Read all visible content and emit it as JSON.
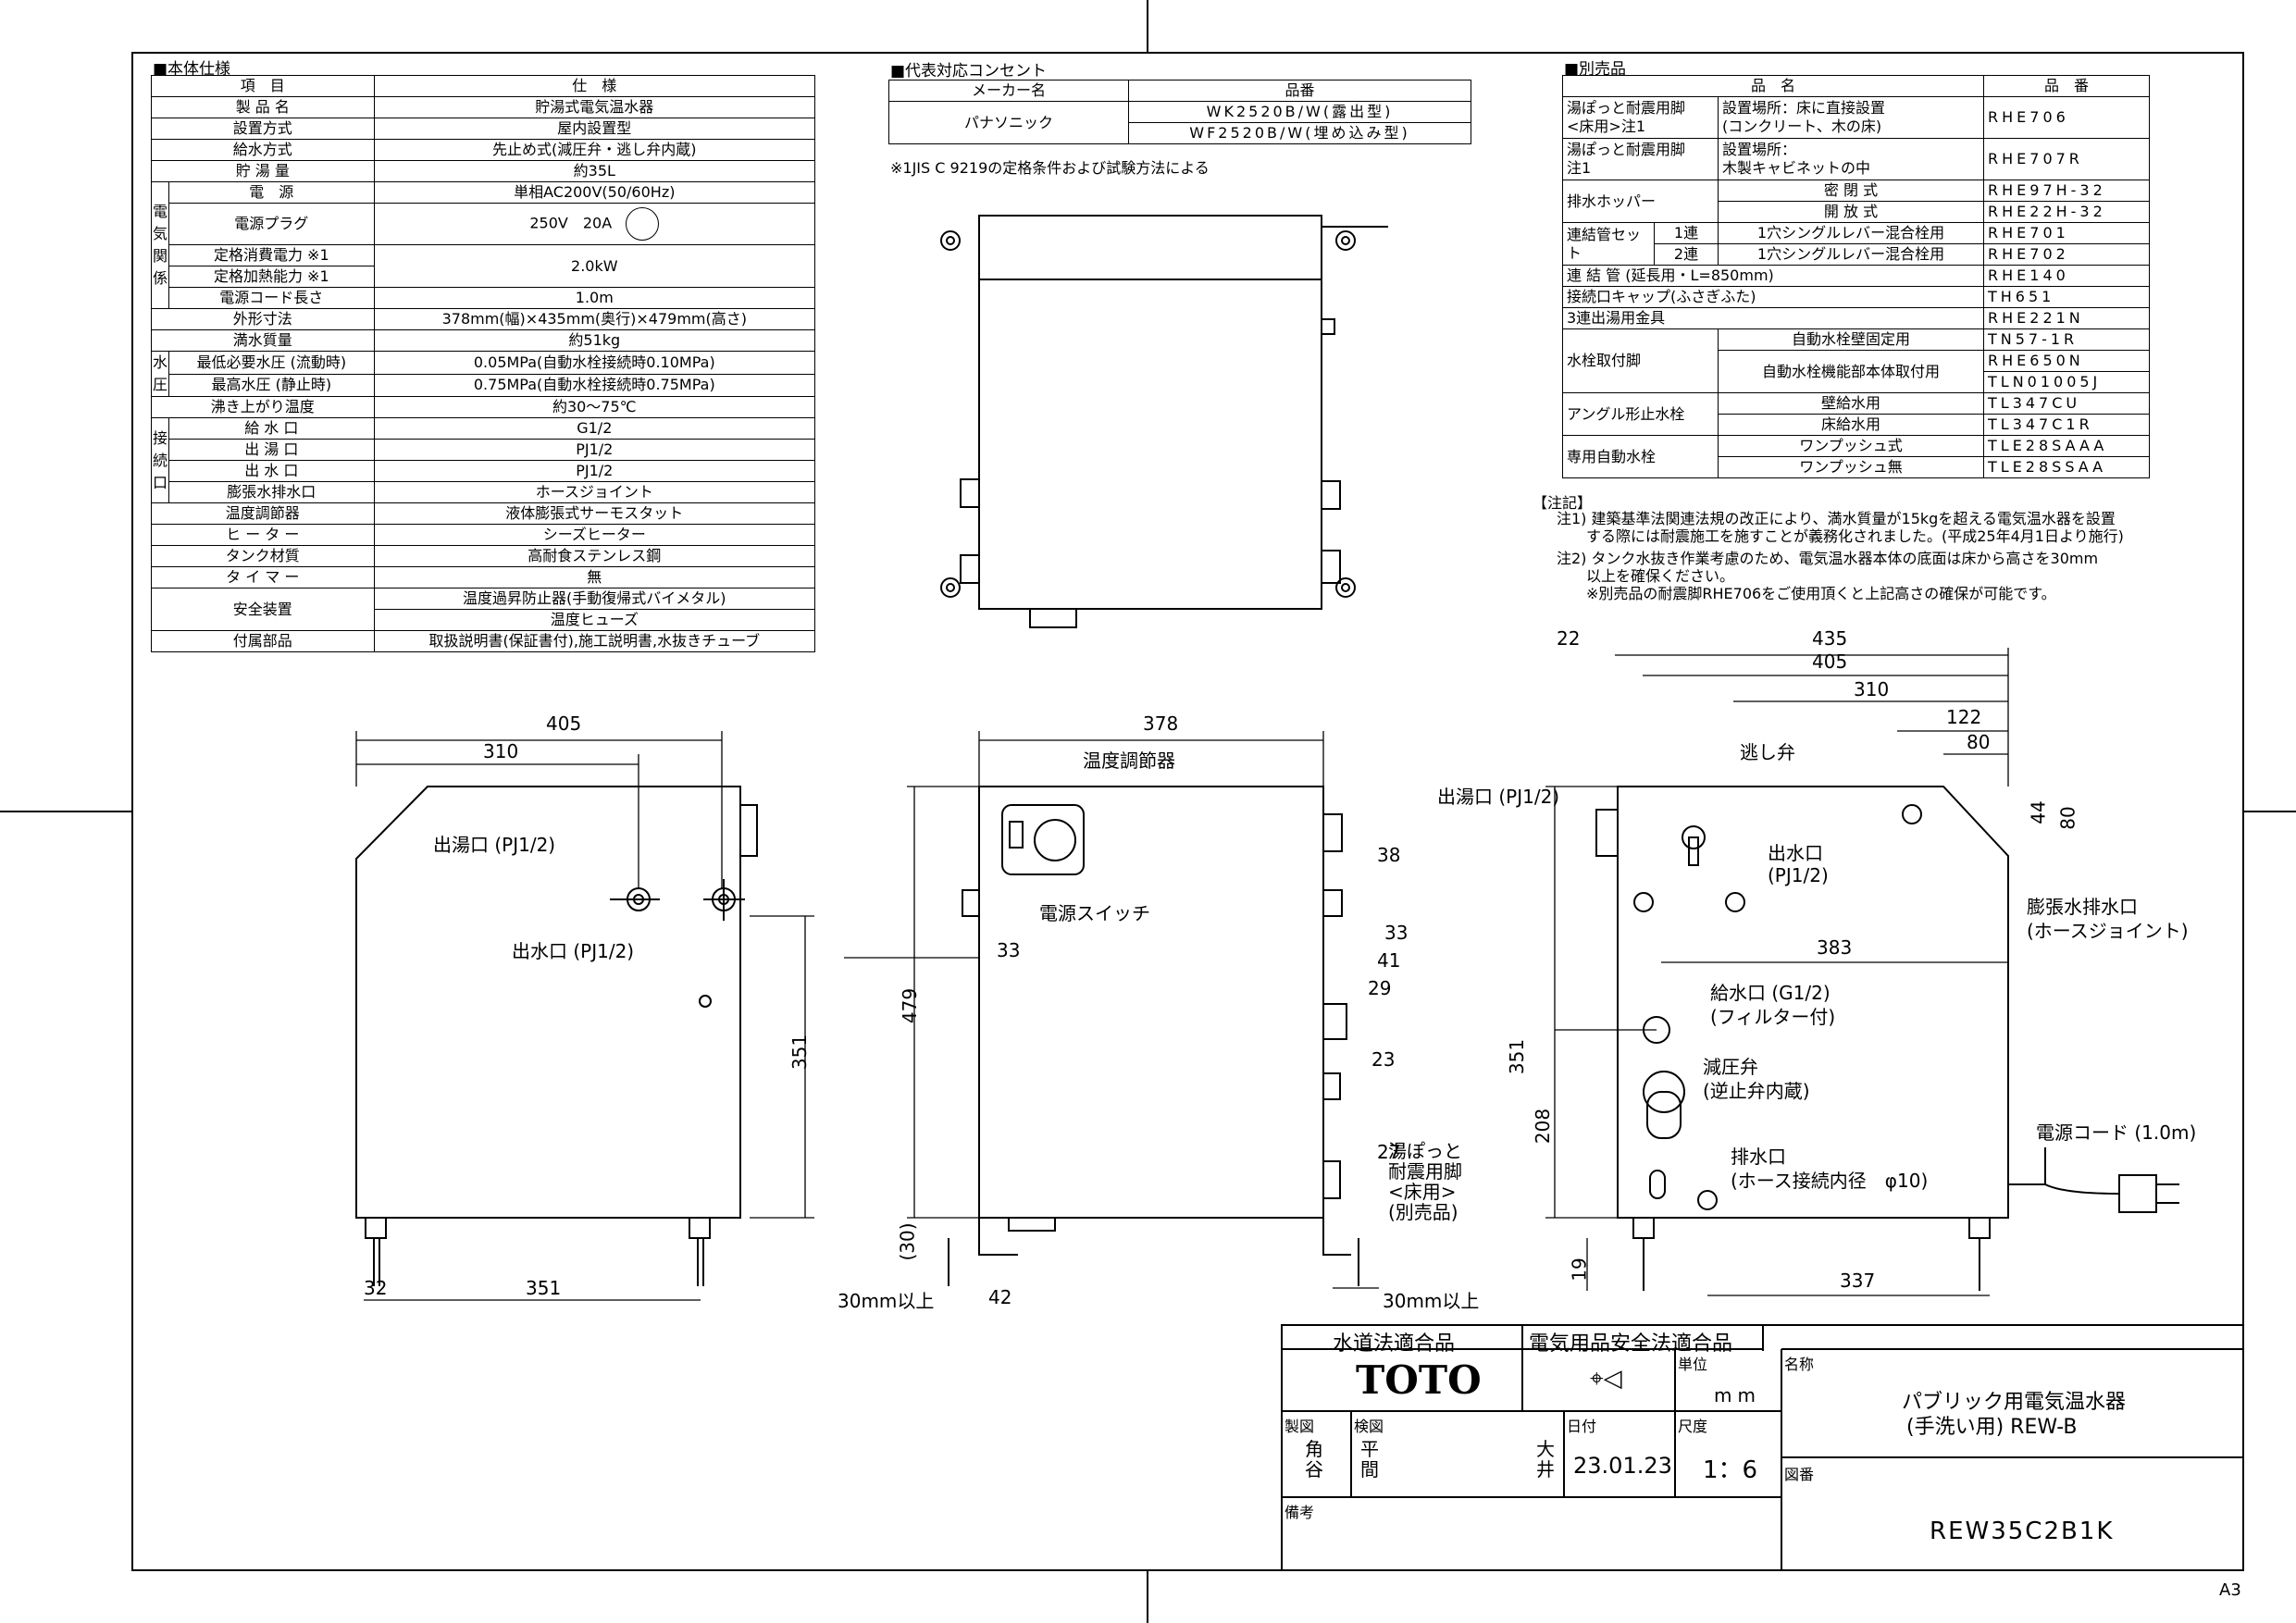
{
  "spec": {
    "section": "■本体仕様",
    "header": [
      "項　目",
      "仕　様"
    ],
    "rows": [
      {
        "item": "製 品 名",
        "value": "貯湯式電気温水器"
      },
      {
        "item": "設置方式",
        "value": "屋内設置型"
      },
      {
        "item": "給水方式",
        "value": "先止め式(減圧弁・逃し弁内蔵)"
      },
      {
        "item": "貯 湯 量",
        "value": "約35L"
      },
      {
        "item": "電　源",
        "value": "単相AC200V(50/60Hz)"
      },
      {
        "item": "電源プラグ",
        "value": "250V　20A"
      },
      {
        "item": "定格消費電力 ※1",
        "value": "2.0kW"
      },
      {
        "item": "定格加熱能力 ※1",
        "value": ""
      },
      {
        "item": "電源コード長さ",
        "value": "1.0m"
      },
      {
        "item": "外形寸法",
        "value": "378mm(幅)×435mm(奥行)×479mm(高さ)"
      },
      {
        "item": "満水質量",
        "value": "約51kg"
      },
      {
        "item": "最低必要水圧 (流動時)",
        "value": "0.05MPa(自動水栓接続時0.10MPa)"
      },
      {
        "item": "最高水圧 (静止時)",
        "value": "0.75MPa(自動水栓接続時0.75MPa)"
      },
      {
        "item": "沸き上がり温度",
        "value": "約30～75℃"
      },
      {
        "item": "給 水 口",
        "value": "G1/2"
      },
      {
        "item": "出 湯 口",
        "value": "PJ1/2"
      },
      {
        "item": "出 水 口",
        "value": "PJ1/2"
      },
      {
        "item": "膨張水排水口",
        "value": "ホースジョイント"
      },
      {
        "item": "温度調節器",
        "value": "液体膨張式サーモスタット"
      },
      {
        "item": "ヒ ー タ ー",
        "value": "シーズヒーター"
      },
      {
        "item": "タンク材質",
        "value": "高耐食ステンレス鋼"
      },
      {
        "item": "タ イ マ ー",
        "value": "無"
      },
      {
        "item": "安全装置",
        "value": "温度過昇防止器(手動復帰式バイメタル)"
      },
      {
        "item": "",
        "value": "温度ヒューズ"
      },
      {
        "item": "付属部品",
        "value": "取扱説明書(保証書付),施工説明書,水抜きチューブ"
      }
    ],
    "cat_elec": "電気関係",
    "cat_water": "水圧",
    "cat_conn": "接続口"
  },
  "plug": {
    "section": "■代表対応コンセント",
    "header": [
      "メーカー名",
      "品番"
    ],
    "maker": "パナソニック",
    "items": [
      "WK2520B/W(露出型)",
      "WF2520B/W(埋め込み型)"
    ],
    "note": "※1JIS C 9219の定格条件および試験方法による"
  },
  "options": {
    "section": "■別売品",
    "header": [
      "品　名",
      "品　番"
    ],
    "rows": [
      {
        "name": "湯ぽっと耐震用脚\n<床用>注1",
        "desc": "設置場所：床に直接設置\n(コンクリート、木の床)",
        "no": "RHE706"
      },
      {
        "name": "湯ぽっと耐震用脚\n注1",
        "desc": "設置場所：\n木製キャビネットの中",
        "no": "RHE707R"
      },
      {
        "name": "排水ホッパー",
        "desc": "密 閉 式",
        "no": "RHE97H-32"
      },
      {
        "name": "",
        "desc": "開 放 式",
        "no": "RHE22H-32"
      },
      {
        "name": "連結管セット",
        "sub": "1連",
        "desc": "1穴シングルレバー混合栓用",
        "no": "RHE701"
      },
      {
        "name": "",
        "sub": "2連",
        "desc": "1穴シングルレバー混合栓用",
        "no": "RHE702"
      },
      {
        "name": "連 結 管 (延長用・L=850mm)",
        "desc": "",
        "no": "RHE140"
      },
      {
        "name": "接続口キャップ(ふさぎふた)",
        "desc": "",
        "no": "TH651"
      },
      {
        "name": "3連出湯用金具",
        "desc": "",
        "no": "RHE221N"
      },
      {
        "name": "水栓取付脚",
        "desc": "自動水栓壁固定用",
        "no": "TN57-1R"
      },
      {
        "name": "",
        "desc": "自動水栓機能部本体取付用",
        "no": "RHE650N"
      },
      {
        "name": "",
        "desc": "",
        "no": "TLN01005J"
      },
      {
        "name": "アングル形止水栓",
        "desc": "壁給水用",
        "no": "TL347CU"
      },
      {
        "name": "",
        "desc": "床給水用",
        "no": "TL347C1R"
      },
      {
        "name": "専用自動水栓",
        "desc": "ワンプッシュ式",
        "no": "TLE28SAAA"
      },
      {
        "name": "",
        "desc": "ワンプッシュ無",
        "no": "TLE28SSAA"
      }
    ],
    "notes_title": "【注記】",
    "notes": [
      "注1) 建築基準法関連法規の改正により、満水質量が15kgを超える電気温水器を設置\n　　する際には耐震施工を施すことが義務化されました。(平成25年4月1日より施行)",
      "注2) タンク水抜き作業考慮のため、電気温水器本体の底面は床から高さを30mm\n　　以上を確保ください。\n　　※別売品の耐震脚RHE706をご使用頂くと上記高さの確保が可能です。"
    ]
  },
  "drawing_labels": {
    "outlet_hot": "出湯口 (PJ1/2)",
    "outlet_cold": "出水口 (PJ1/2)",
    "outlet_cold2": "出水口",
    "outlet_cold2b": "(PJ1/2)",
    "hot_right": "出湯口 (PJ1/2)",
    "thermostat": "温度調節器",
    "power_switch": "電源スイッチ",
    "relief": "逃し弁",
    "expansion": "膨張水排水口",
    "expansion2": "(ホースジョイント)",
    "supply": "給水口 (G1/2)",
    "supply2": "(フィルター付)",
    "reducer": "減圧弁",
    "reducer2": "(逆止弁内蔵)",
    "drain": "排水口",
    "drain2": "(ホース接続内径　φ10)",
    "cord": "電源コード (1.0m)",
    "leg1": "湯ぽっと",
    "leg2": "耐震用脚",
    "leg3": "<床用>",
    "leg4": "(別売品)",
    "min30a": "30mm以上",
    "min30b": "30mm以上"
  },
  "dimensions": {
    "d405a": "405",
    "d310a": "310",
    "d351a": "351",
    "d351b": "351",
    "d32": "32",
    "d378": "378",
    "d479": "479",
    "d33a": "33",
    "d38": "38",
    "d33b": "33",
    "d41": "41",
    "d29": "29",
    "d23": "23",
    "d27": "27",
    "d30": "(30)",
    "d42": "42",
    "d22": "22",
    "d435": "435",
    "d405b": "405",
    "d310b": "310",
    "d122": "122",
    "d80a": "80",
    "d44": "44",
    "d80b": "80",
    "d383": "383",
    "d351c": "351",
    "d208": "208",
    "d19": "19",
    "d337": "337"
  },
  "title_block": {
    "water_cert": "水道法適合品",
    "elec_cert": "電気用品安全法適合品",
    "logo": "TOTO",
    "unit_label": "単位",
    "unit": "mm",
    "name_label": "名称",
    "name1": "パブリック用電気温水器",
    "name2": "(手洗い用) REW-B",
    "drawn_label": "製図",
    "drawn_by": "角\n谷",
    "checked_label": "検図",
    "checked_by": "平\n間",
    "approved_by": "大\n井",
    "date_label": "日付",
    "date": "23.01.23",
    "scale_label": "尺度",
    "scale": "1：6",
    "drawing_no_label": "図番",
    "drawing_no": "REW35C2B1K",
    "remarks_label": "備考"
  },
  "sheet_size": "A3"
}
